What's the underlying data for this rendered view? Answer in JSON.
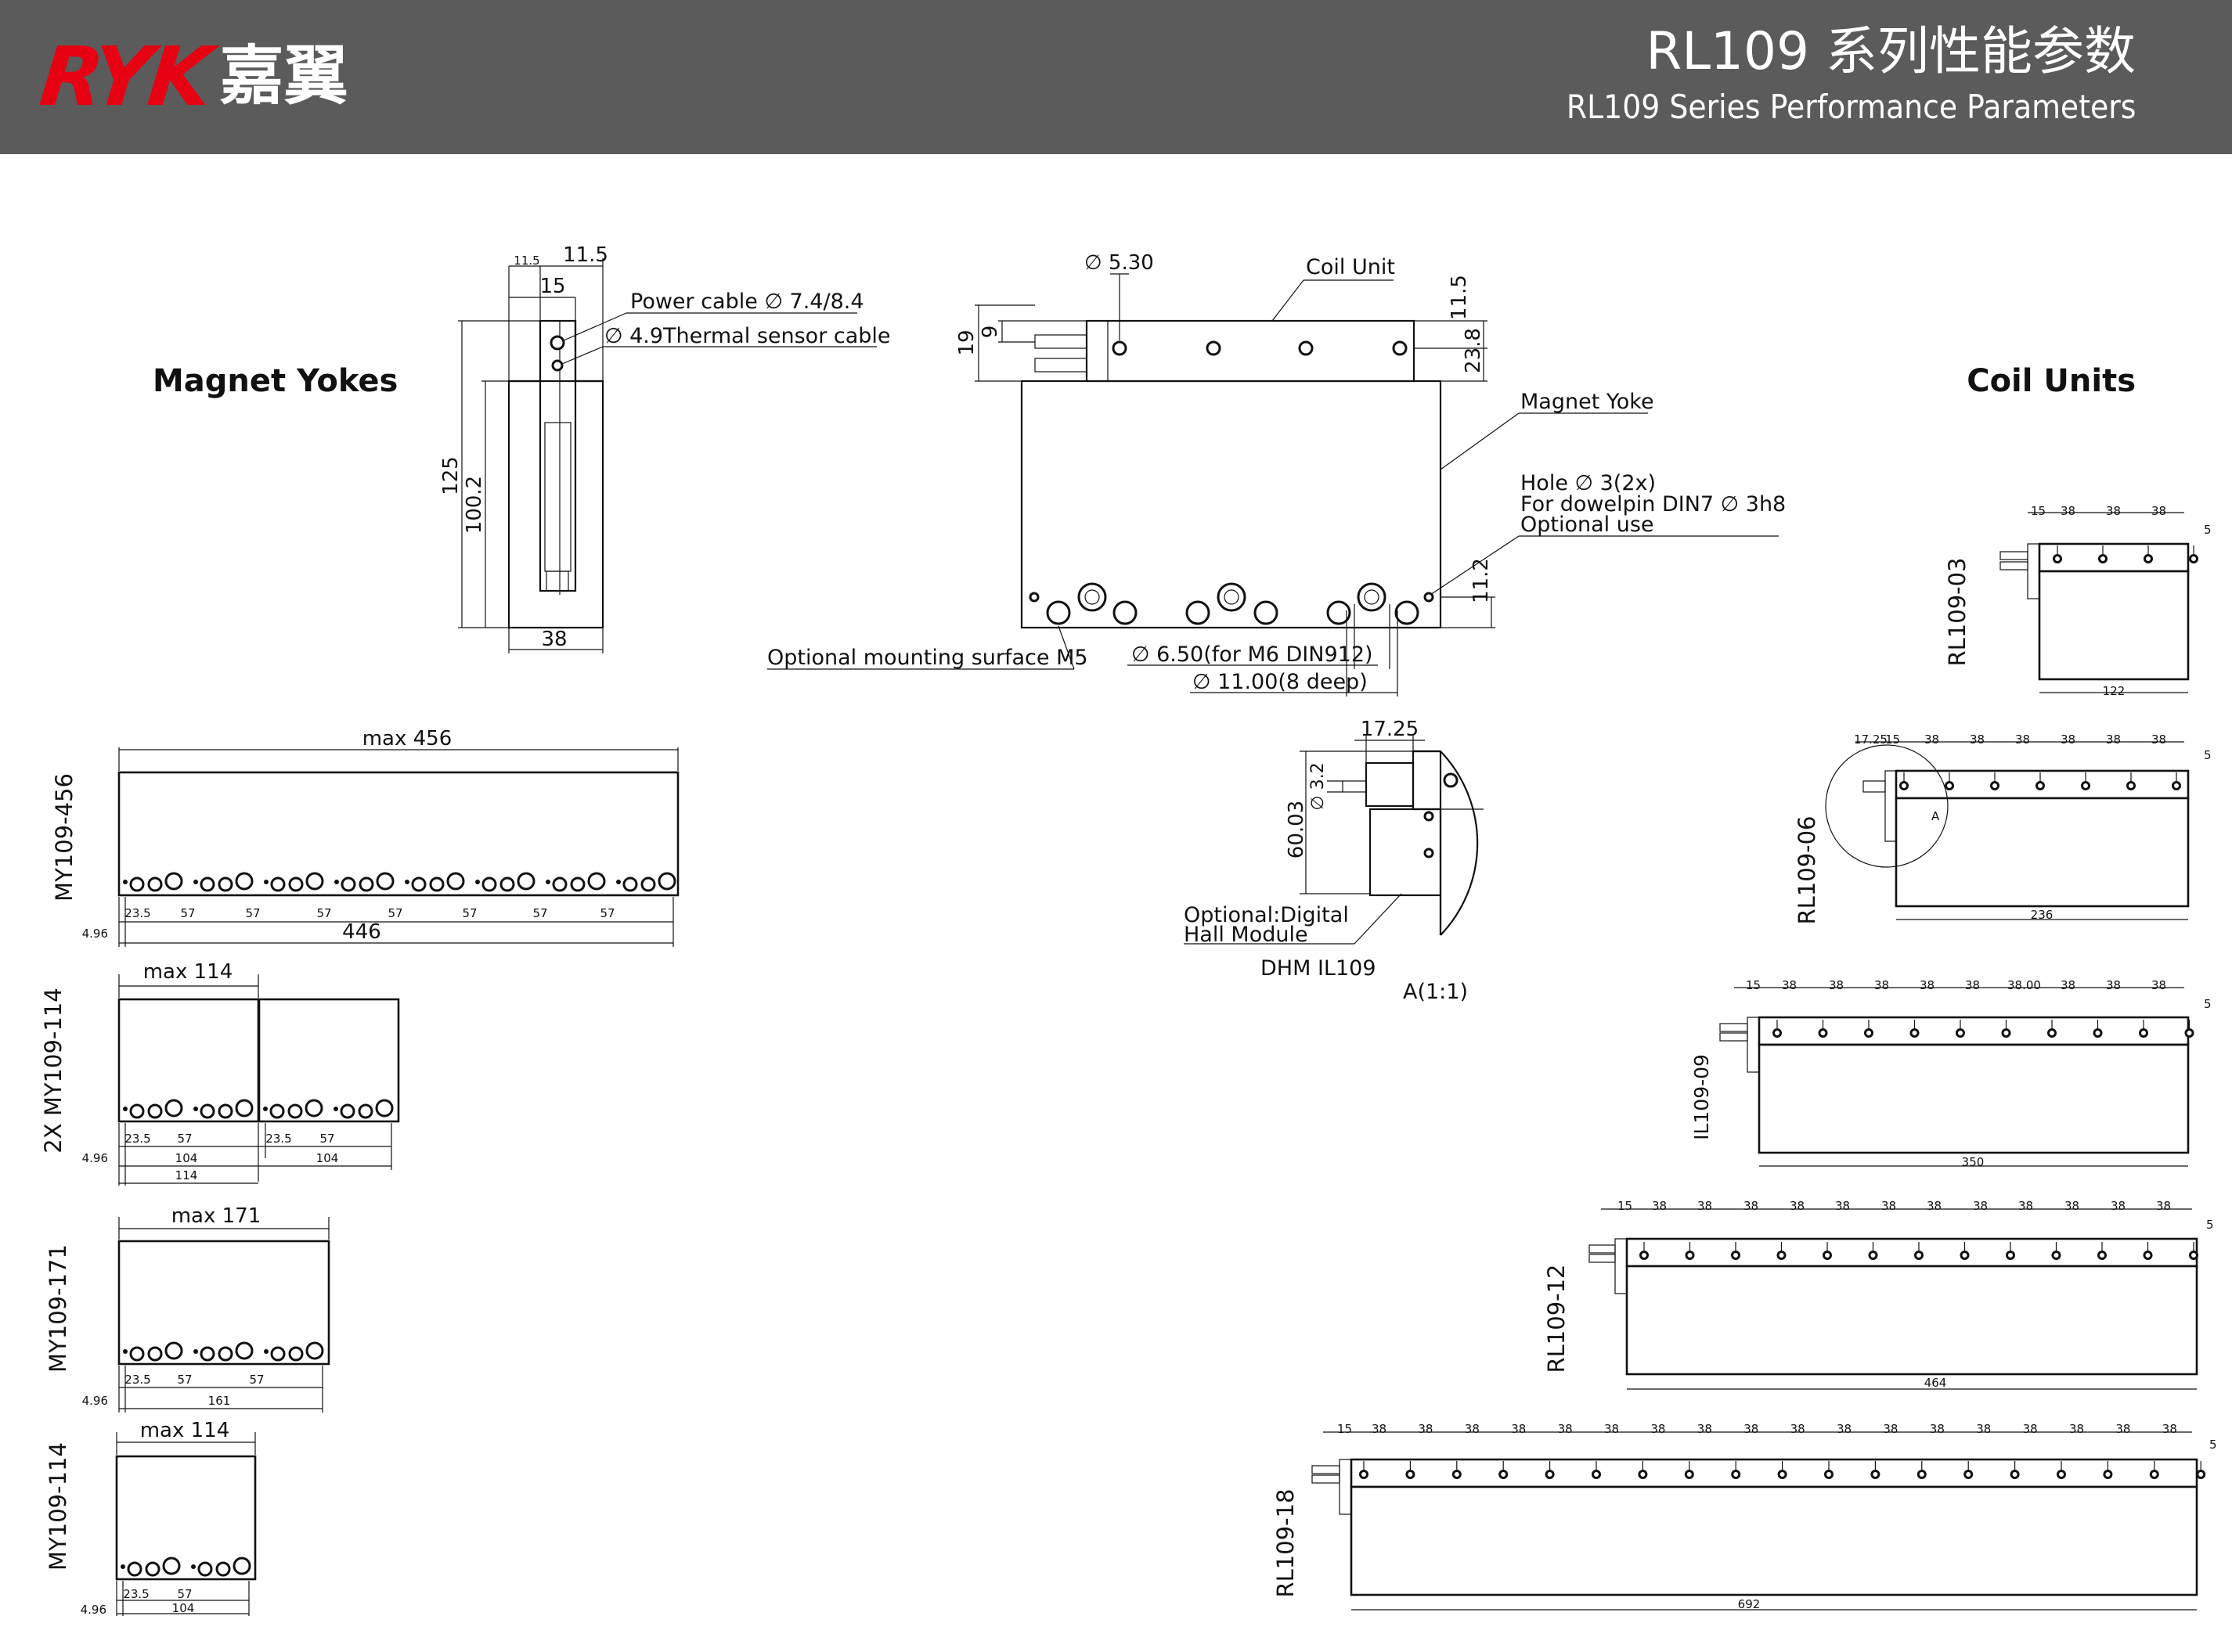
{
  "header": {
    "logo_mark": "RYK",
    "logo_cn": "嘉翼",
    "title_cn": "RL109 系列性能参数",
    "title_en": "RL109 Series Performance Parameters",
    "background": "#5b5b5b",
    "brand_color": "#e60012"
  },
  "sections": {
    "magnet_yokes": "Magnet Yokes",
    "coil_units": "Coil Units"
  },
  "side_view": {
    "dim_11_5_small": "11.5",
    "dim_11_5": "11.5",
    "dim_15": "15",
    "dim_125": "125",
    "dim_100_2": "100.2",
    "dim_38": "38",
    "power_cable": "Power cable ∅ 7.4/8.4",
    "thermal_cable": "∅ 4.9Thermal sensor cable"
  },
  "front_view": {
    "dia_5_30": "∅ 5.30",
    "coil_unit": "Coil Unit",
    "dim_19": "19",
    "dim_9": "9",
    "dim_11_5": "11.5",
    "dim_23_8": "23.8",
    "magnet_yoke": "Magnet Yoke",
    "hole_line1": "Hole ∅ 3(2x)",
    "hole_line2": "For dowelpin DIN7 ∅ 3h8",
    "hole_line3": "Optional use",
    "dim_11_2": "11.2",
    "mounting_surface": "Optional mounting surface M5",
    "dia_6_50": "∅ 6.50(for M6 DIN912)",
    "dia_11_00": "∅ 11.00(8 deep)"
  },
  "detail_view": {
    "dim_17_25": "17.25",
    "dim_3_2": "∅ 3.2",
    "dim_60_03": "60.03",
    "optional_line1": "Optional:Digital",
    "optional_line2": "Hall Module",
    "module_name": "DHM IL109",
    "detail_label": "A(1:1)"
  },
  "yokes": [
    {
      "model": "MY109-456",
      "max": "max 456",
      "offset": "4.96",
      "first": "23.5",
      "pitch": "57",
      "total": "446"
    },
    {
      "model": "2X MY109-114",
      "max": "max 114",
      "offset": "4.96",
      "first": "23.5",
      "pitch": "57",
      "sub": "104",
      "total": "114"
    },
    {
      "model": "MY109-171",
      "max": "max 171",
      "offset": "4.96",
      "first": "23.5",
      "pitch": "57",
      "total": "161"
    },
    {
      "model": "MY109-114",
      "max": "max 114",
      "offset": "4.96",
      "first": "23.5",
      "pitch": "57",
      "total": "104"
    }
  ],
  "coils": [
    {
      "model": "RL109-03",
      "first": "15",
      "pitch": "38",
      "end": "5",
      "length": "122"
    },
    {
      "model": "RL109-06",
      "start": "17.25",
      "first": "15",
      "pitch": "38",
      "end": "5",
      "length": "236",
      "detail": "A"
    },
    {
      "model": "IL109-09",
      "first": "15",
      "pitch": "38",
      "alt_pitch": "38.00",
      "end": "5",
      "length": "350"
    },
    {
      "model": "RL109-12",
      "first": "15",
      "pitch": "38",
      "end": "5",
      "length": "464"
    },
    {
      "model": "RL109-18",
      "first": "15",
      "pitch": "38",
      "end": "5",
      "length": "692"
    }
  ]
}
